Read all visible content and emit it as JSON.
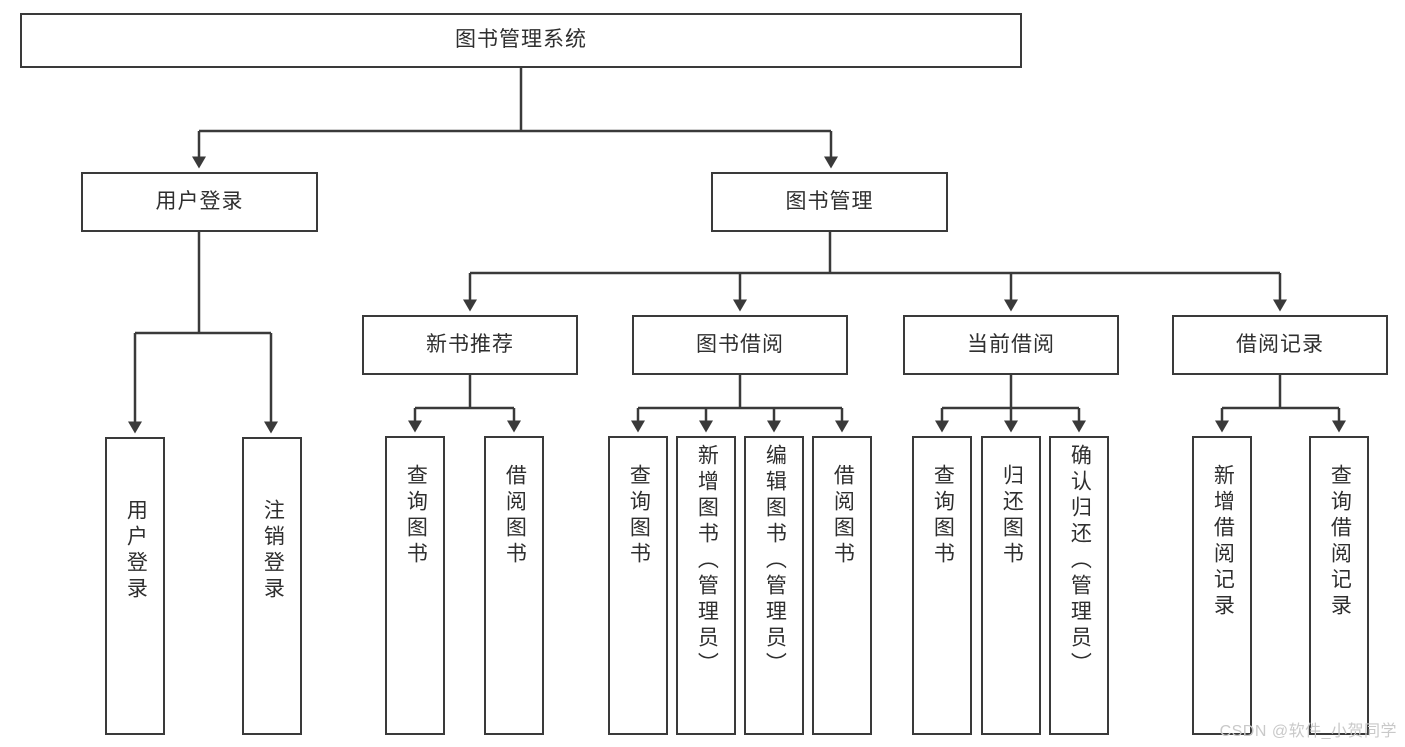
{
  "diagram": {
    "type": "tree-hierarchy",
    "title": "图书管理系统",
    "root": {
      "label": "图书管理系统"
    },
    "level2": [
      {
        "label": "用户登录"
      },
      {
        "label": "图书管理"
      }
    ],
    "level3": [
      {
        "label": "新书推荐"
      },
      {
        "label": "图书借阅"
      },
      {
        "label": "当前借阅"
      },
      {
        "label": "借阅记录"
      }
    ],
    "leaves": {
      "user_login": [
        {
          "label": "用户登录"
        },
        {
          "label": "注销登录"
        }
      ],
      "new_book_recommend": [
        {
          "label": "查询图书"
        },
        {
          "label": "借阅图书"
        }
      ],
      "book_borrow": [
        {
          "label": "查询图书"
        },
        {
          "label": "新增图书（管理员）"
        },
        {
          "label": "编辑图书（管理员）"
        },
        {
          "label": "借阅图书"
        }
      ],
      "current_borrow": [
        {
          "label": "查询图书"
        },
        {
          "label": "归还图书"
        },
        {
          "label": "确认归还（管理员）"
        }
      ],
      "borrow_record": [
        {
          "label": "新增借阅记录"
        },
        {
          "label": "查询借阅记录"
        }
      ]
    }
  },
  "watermark": {
    "text": "CSDN @软件_小贺同学"
  },
  "colors": {
    "stroke": "#3a3a3a",
    "box_fill": "#ffffff",
    "text": "#2f2f2f",
    "watermark": "#c9c9c9"
  }
}
